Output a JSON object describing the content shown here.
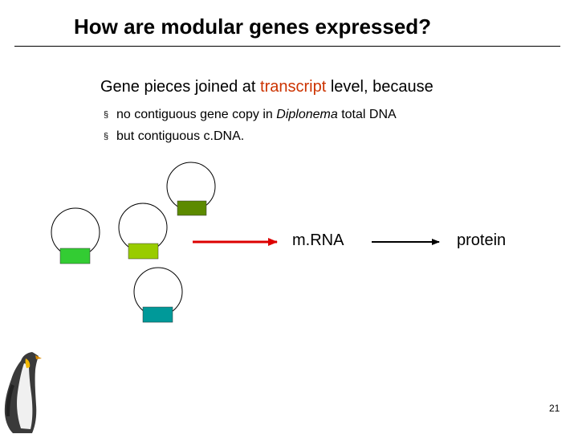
{
  "slide": {
    "title": "How are modular genes expressed?",
    "lead": {
      "before": "Gene pieces joined at ",
      "highlight": "transcript",
      "after": " level, because"
    },
    "bullet_marker": "§",
    "bullets": [
      {
        "before": "no contiguous gene copy in ",
        "emphasis": "Diplonema",
        "after": " total DNA"
      },
      {
        "before": "but contiguous c.DNA.",
        "emphasis": "",
        "after": ""
      }
    ],
    "diagram": {
      "mrna_label": "m.RNA",
      "protein_label": "protein",
      "module_colors": [
        "#5c8a00",
        "#33cc33",
        "#99cc00",
        "#009999"
      ],
      "arrow_colors": [
        "#dd0000",
        "#000000"
      ]
    },
    "page_number": "21",
    "accent_color": "#cc3300",
    "icons": [
      "penguin-illustration"
    ]
  }
}
